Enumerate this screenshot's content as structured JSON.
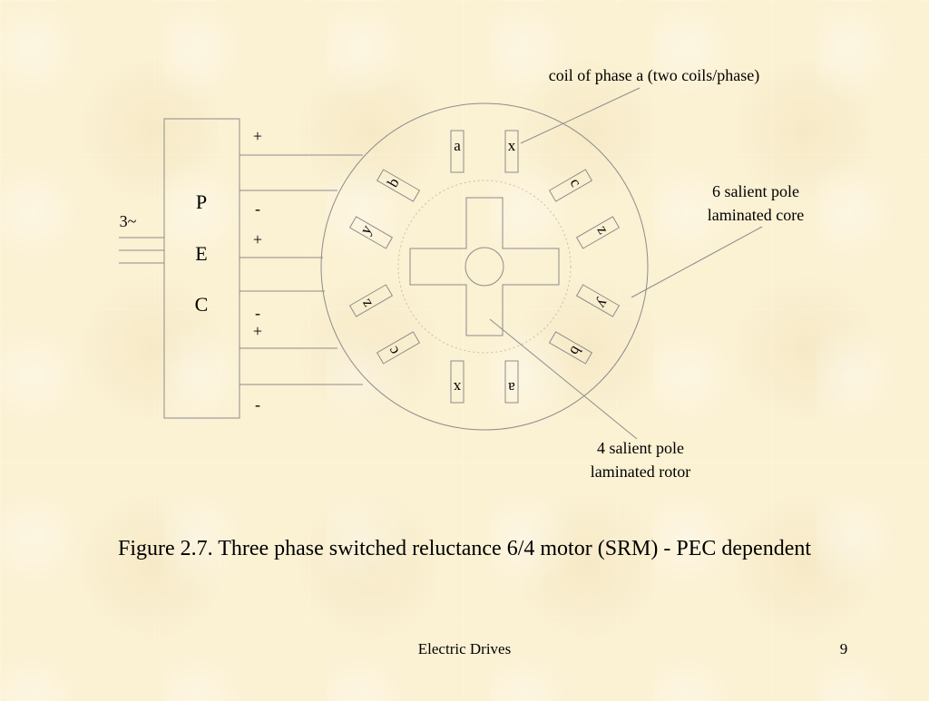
{
  "pec": {
    "letters": [
      "P",
      "E",
      "C"
    ],
    "input_label": "3~",
    "terminals": [
      "+",
      "-",
      "+",
      "-",
      "+",
      "-"
    ]
  },
  "stator_poles": [
    "a",
    "x",
    "c",
    "z",
    "y",
    "b",
    "x",
    "a",
    "z",
    "c",
    "b",
    "y"
  ],
  "callouts": {
    "coil": "coil of phase a (two coils/phase)",
    "core_line1": "6 salient pole",
    "core_line2": "laminated core",
    "rotor_line1": "4 salient pole",
    "rotor_line2": "laminated rotor"
  },
  "caption": "Figure 2.7. Three phase switched reluctance 6/4 motor (SRM) - PEC dependent",
  "footer": {
    "title": "Electric Drives",
    "page": "9"
  }
}
